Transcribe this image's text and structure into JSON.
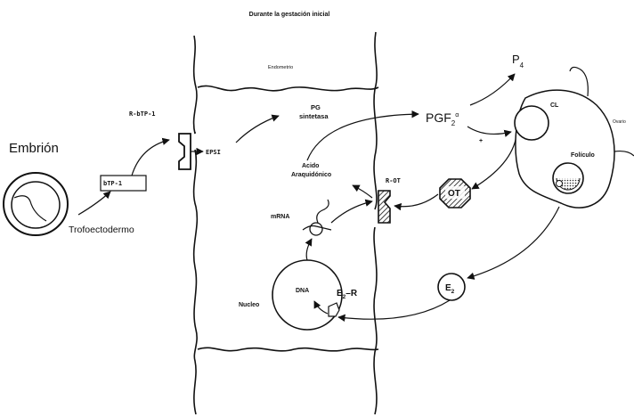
{
  "title": "Durante la gestación inicial",
  "labels": {
    "embrion": "Embrión",
    "trofoectodermo": "Trofoectodermo",
    "btp1": "bTP-1",
    "r_btp1": "R-bTP-1",
    "endometrio": "Endometrio",
    "epsi": "EPSI",
    "pg_line1": "PG",
    "pg_line2": "sintetasa",
    "acido_line1": "Acido",
    "acido_line2": "Araquidónico",
    "mrna": "mRNA",
    "dna": "DNA",
    "nucleo": "Nucleo",
    "e2r_main": "E",
    "e2r_sub": "2",
    "e2r_suffix": "–R",
    "r_ot": "R-OT",
    "ot": "OT",
    "pgf_main": "PGF",
    "pgf_sub": "2",
    "pgf_sup": "α",
    "p4_main": "P",
    "p4_sub": "4",
    "plus": "+",
    "cl": "CL",
    "foliculo": "Folículo",
    "ovario": "Ovario",
    "e2_main": "E",
    "e2_sub": "2"
  }
}
